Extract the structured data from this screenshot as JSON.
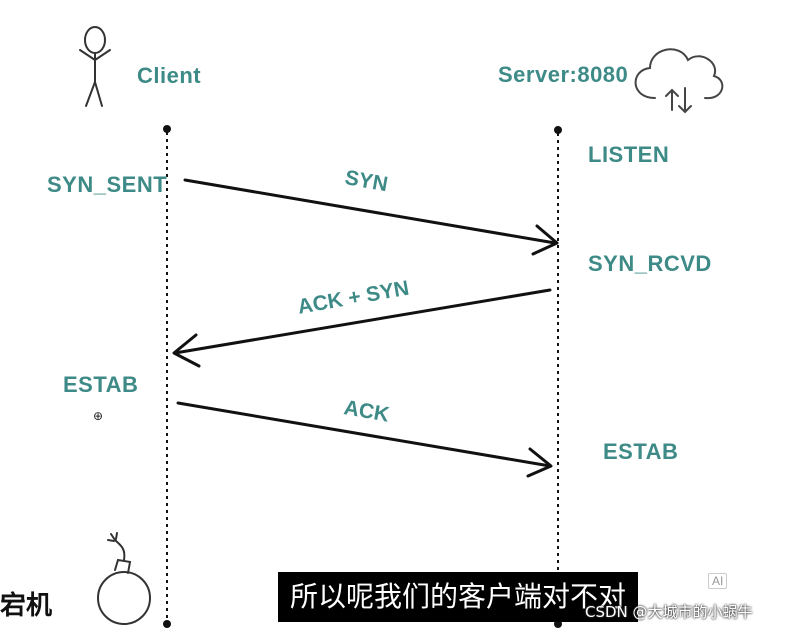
{
  "participants": {
    "client": "Client",
    "server": "Server:8080"
  },
  "states": {
    "client_syn_sent": "SYN_SENT",
    "client_estab": "ESTAB",
    "server_listen": "LISTEN",
    "server_syn_rcvd": "SYN_RCVD",
    "server_estab": "ESTAB"
  },
  "messages": {
    "syn": "SYN",
    "ack_syn": "ACK + SYN",
    "ack": "ACK"
  },
  "icons": {
    "client": "stick-figure-icon",
    "server": "cloud-upload-download-icon",
    "bottom": "bomb-icon",
    "cursor": "zoom-in-cursor-icon"
  },
  "colors": {
    "accent": "#3d8a87",
    "line": "#111111"
  },
  "overlay": {
    "side_text": "宕机",
    "subtitle": "所以呢我们的客户端对不对",
    "badge": "AI",
    "watermark": "CSDN @大城市的小蜗牛"
  }
}
